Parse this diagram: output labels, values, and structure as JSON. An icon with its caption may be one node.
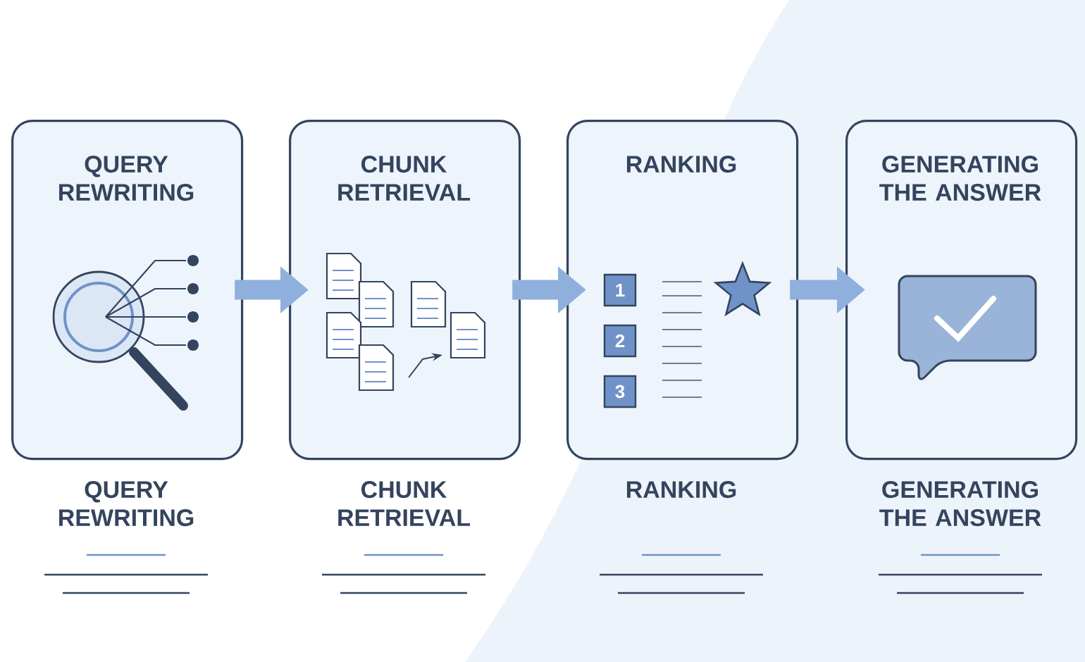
{
  "diagram": {
    "nodes": [
      {
        "text": [
          "QUERY REWRITING"
        ],
        "beside": [
          "QUERY REWRITING"
        ]
      },
      {
        "text": [
          "CHUNK RETRIEVAL"
        ],
        "beside": [
          "CHUNK RETRIEVAL"
        ]
      },
      {
        "text": [
          "RANKING"
        ],
        "beside": [
          "RANKING"
        ]
      },
      {
        "text": [
          "GENERATING THE ANSWER"
        ],
        "beside": [
          "GENERATING THE ANSWER"
        ]
      }
    ],
    "edges": [
      {
        "from": 0,
        "to": 1,
        "arrow": "to"
      },
      {
        "from": 1,
        "to": 2,
        "arrow": "to"
      },
      {
        "from": 2,
        "to": 3,
        "arrow": "to"
      }
    ],
    "labels": [
      "1",
      "2",
      "3"
    ]
  }
}
